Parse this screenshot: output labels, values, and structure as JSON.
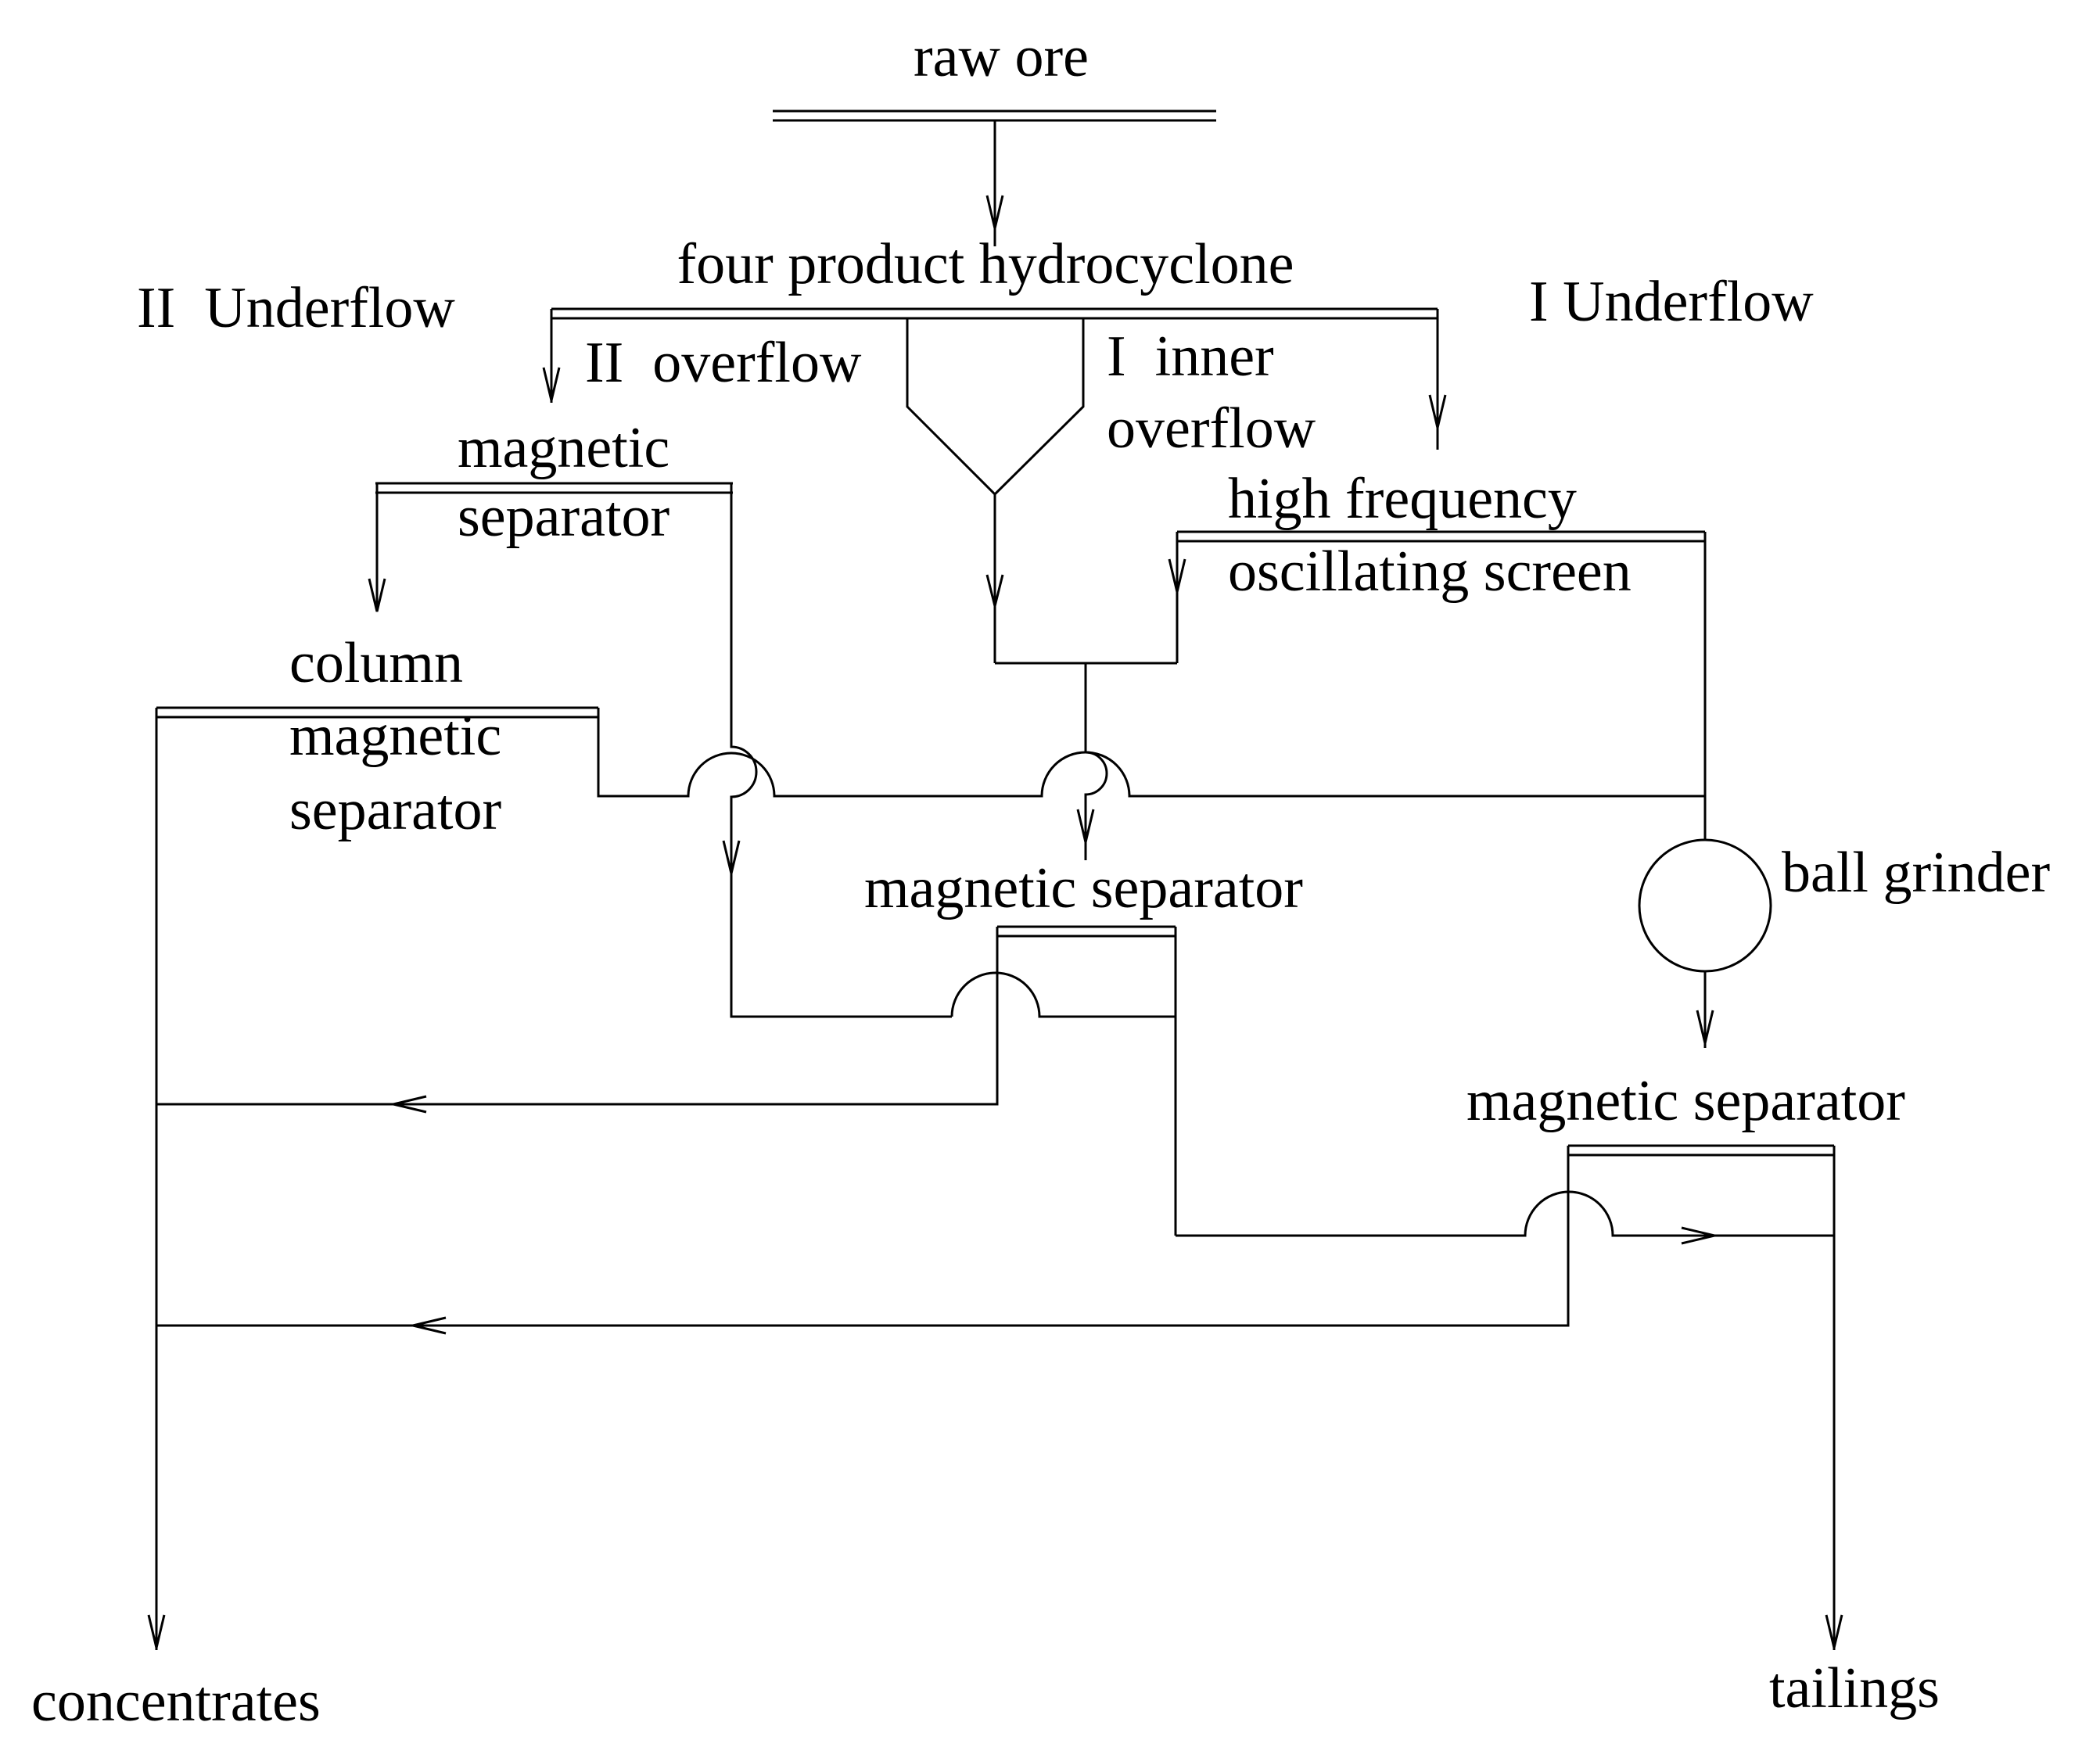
{
  "diagram": {
    "labels": {
      "raw_ore": "raw ore",
      "hydrocyclone": "four product hydrocyclone",
      "ii_underflow": "II  Underflow",
      "i_underflow": "I Underflow",
      "ii_overflow": "II  overflow",
      "i_inner_1": "I  inner",
      "i_inner_2": "overflow",
      "mag1_1": "magnetic",
      "mag1_2": "separator",
      "hfs_1": "high frequency",
      "hfs_2": "oscillating screen",
      "col_1": "column",
      "col_2": "magnetic",
      "col_3": "separator",
      "mag2": "magnetic separator",
      "ball_grinder": "ball grinder",
      "mag3": "magnetic separator",
      "concentrates": "concentrates",
      "tailings": "tailings"
    }
  }
}
